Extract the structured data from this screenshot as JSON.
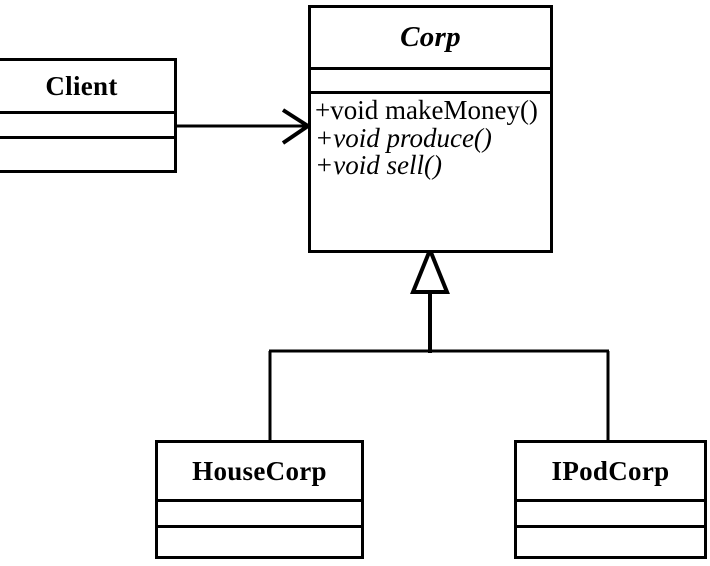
{
  "diagram": {
    "type": "uml-class-diagram",
    "background_color": "#ffffff",
    "line_color": "#000000",
    "classes": [
      {
        "id": "client",
        "name": "Client",
        "stereotype": "concrete",
        "attributes": [],
        "operations": []
      },
      {
        "id": "corp",
        "name": "Corp",
        "stereotype": "abstract",
        "attributes": [],
        "operations": [
          {
            "text": "+void makeMoney()",
            "abstract": false
          },
          {
            "text": "+void  produce()",
            "abstract": true
          },
          {
            "text": "+void sell()",
            "abstract": true
          }
        ]
      },
      {
        "id": "housecorp",
        "name": "HouseCorp",
        "stereotype": "concrete",
        "attributes": [],
        "operations": []
      },
      {
        "id": "ipodcorp",
        "name": "IPodCorp",
        "stereotype": "concrete",
        "attributes": [],
        "operations": []
      }
    ],
    "relationships": [
      {
        "id": "client-uses-corp",
        "kind": "association",
        "arrow": "open-arrow",
        "from": "client",
        "to": "corp",
        "label": ""
      },
      {
        "id": "housecorp-extends-corp",
        "kind": "generalization",
        "arrow": "hollow-triangle",
        "from": "housecorp",
        "to": "corp",
        "label": ""
      },
      {
        "id": "ipodcorp-extends-corp",
        "kind": "generalization",
        "arrow": "hollow-triangle",
        "from": "ipodcorp",
        "to": "corp",
        "label": ""
      }
    ]
  }
}
